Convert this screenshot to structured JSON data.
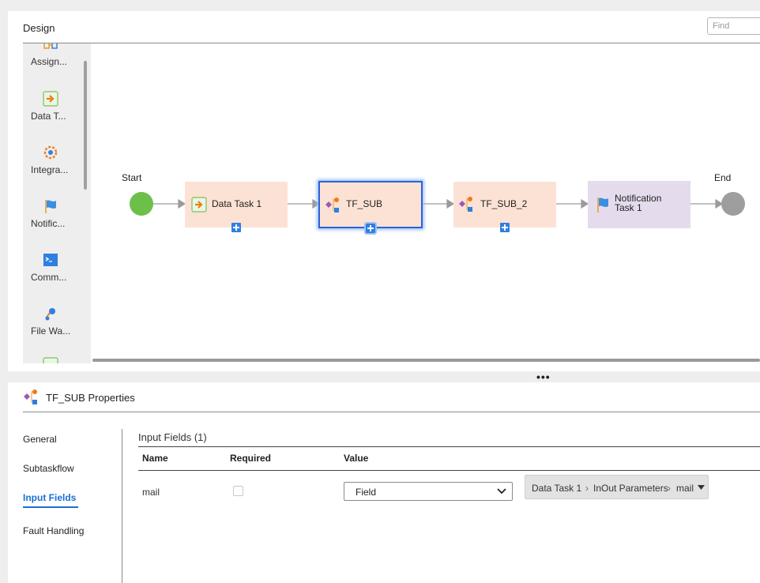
{
  "design": {
    "title": "Design",
    "find_placeholder": "Find"
  },
  "palette": {
    "items": [
      {
        "label": "Assign...",
        "icon": "assignment-icon"
      },
      {
        "label": "Data T...",
        "icon": "data-task-icon"
      },
      {
        "label": "Integra...",
        "icon": "integration-icon"
      },
      {
        "label": "Notific...",
        "icon": "notification-flag-icon"
      },
      {
        "label": "Comm...",
        "icon": "command-icon"
      },
      {
        "label": "File Wa...",
        "icon": "file-watch-icon"
      }
    ]
  },
  "flow": {
    "start_label": "Start",
    "end_label": "End",
    "tasks": [
      {
        "label": "Data Task 1",
        "icon": "data-task-icon"
      },
      {
        "label": "TF_SUB",
        "icon": "subtaskflow-icon"
      },
      {
        "label": "TF_SUB_2",
        "icon": "subtaskflow-icon"
      },
      {
        "label_line1": "Notification",
        "label_line2": "Task 1",
        "icon": "notification-flag-icon"
      }
    ]
  },
  "properties": {
    "title": "TF_SUB Properties",
    "nav": [
      "General",
      "Subtaskflow",
      "Input Fields",
      "Fault Handling"
    ],
    "active_nav": "Input Fields",
    "section_title": "Input Fields (1)",
    "columns": [
      "Name",
      "Required",
      "Value"
    ],
    "rows": [
      {
        "name": "mail",
        "required": false,
        "value_type": "Field",
        "path": [
          "Data Task 1",
          "InOut Parameters",
          "mail"
        ]
      }
    ]
  },
  "colors": {
    "task_fill": "#fce2d5",
    "notification_fill": "#e4dced",
    "selected_border": "#2b62d9",
    "start_node": "#6cc04a",
    "end_node": "#9e9e9e",
    "active_nav": "#1a6fd4"
  }
}
